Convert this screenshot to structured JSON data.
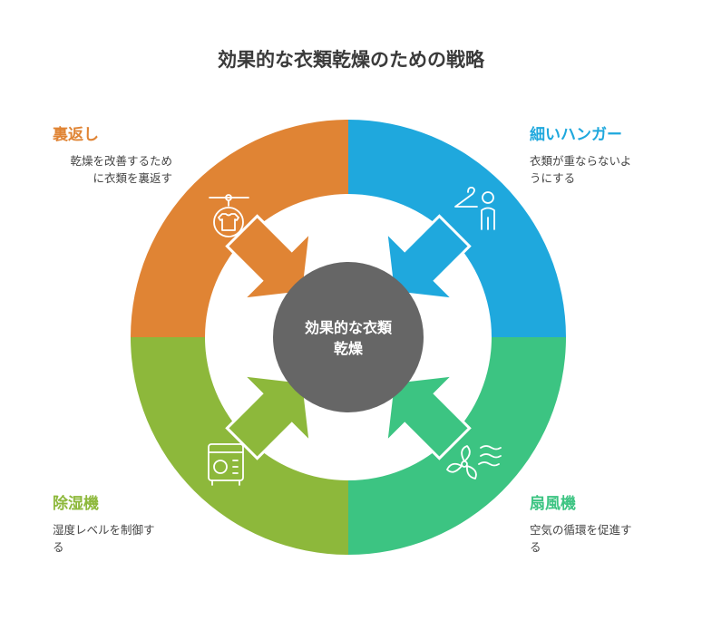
{
  "title": "効果的な衣類乾燥のための戦略",
  "center": {
    "line1": "効果的な衣類",
    "line2": "乾燥"
  },
  "quadrants": [
    {
      "id": "top-left",
      "color": "#E08434",
      "heading": "裏返し",
      "desc1": "乾燥を改善するため",
      "desc2": "に衣類を裏返す",
      "icon": "tshirt-on-hanger-icon"
    },
    {
      "id": "top-right",
      "color": "#1FA8DD",
      "heading": "細いハンガー",
      "desc1": "衣類が重ならないよ",
      "desc2": "うにする",
      "icon": "hanger-person-icon"
    },
    {
      "id": "bottom-left",
      "color": "#8DB83B",
      "heading": "除湿機",
      "desc1": "湿度レベルを制御す",
      "desc2": "る",
      "icon": "dehumidifier-icon"
    },
    {
      "id": "bottom-right",
      "color": "#3CC482",
      "heading": "扇風機",
      "desc1": "空気の循環を促進す",
      "desc2": "る",
      "icon": "fan-icon"
    }
  ],
  "center_color": "#666666"
}
